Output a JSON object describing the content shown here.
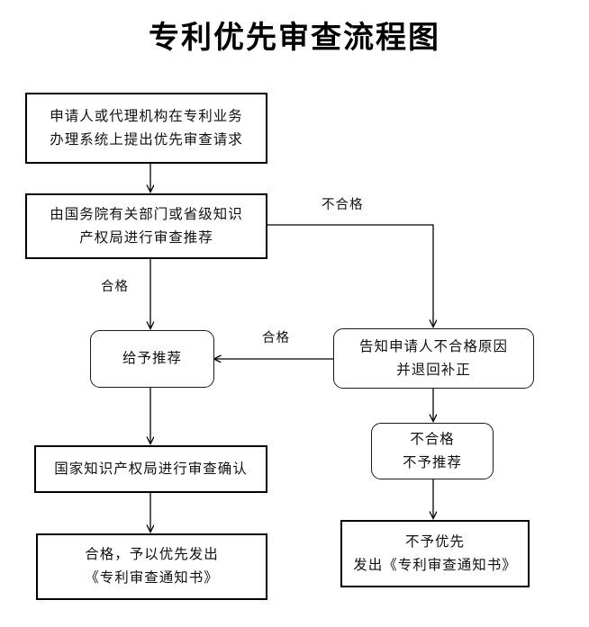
{
  "title": "专利优先审查流程图",
  "diagram": {
    "type": "flowchart",
    "nodes": [
      {
        "id": "apply",
        "shape": "rect",
        "lines": [
          "申请人或代理机构在专利业务",
          "办理系统上提出优先审查请求"
        ]
      },
      {
        "id": "review-recommend",
        "shape": "rect",
        "lines": [
          "由国务院有关部门或省级知识",
          "产权局进行审查推荐"
        ]
      },
      {
        "id": "give-recommend",
        "shape": "round",
        "lines": [
          "给予推荐"
        ]
      },
      {
        "id": "notify-applicant",
        "shape": "round",
        "lines": [
          "告知申请人不合格原因",
          "并退回补正"
        ]
      },
      {
        "id": "cnipa-confirm",
        "shape": "rect",
        "lines": [
          "国家知识产权局进行审查确认"
        ]
      },
      {
        "id": "not-qualified",
        "shape": "round",
        "lines": [
          "不合格",
          "不予推荐"
        ]
      },
      {
        "id": "qualified-notice",
        "shape": "rect",
        "lines": [
          "合格，予以优先发出",
          "《专利审查通知书》"
        ]
      },
      {
        "id": "no-priority-notice",
        "shape": "rect",
        "lines": [
          "不予优先",
          "发出《专利审查通知书》"
        ]
      }
    ],
    "edge_labels": [
      {
        "id": "fail-branch",
        "text": "不合格"
      },
      {
        "id": "pass-branch",
        "text": "合格"
      },
      {
        "id": "pass-return",
        "text": "合格"
      }
    ],
    "colors": {
      "stroke": "#000000",
      "round_stroke": "#1a1a1a",
      "background": "#ffffff",
      "text": "#111111"
    }
  }
}
